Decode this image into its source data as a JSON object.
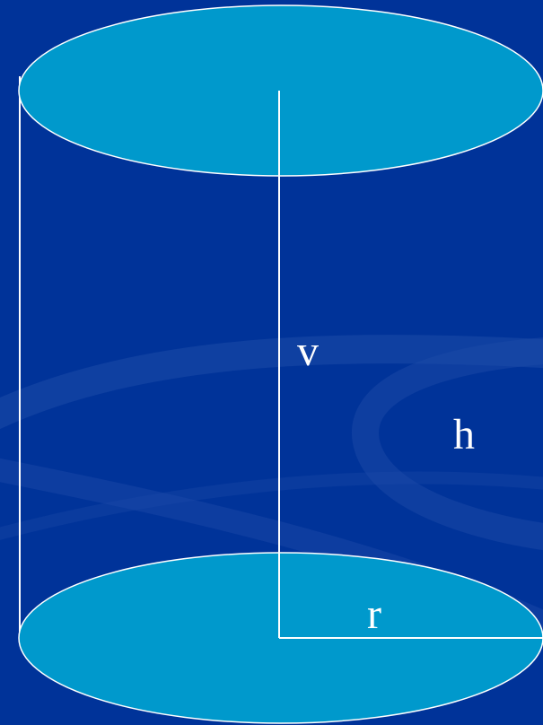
{
  "colors": {
    "background": "#003399",
    "swoosh": "#1c4aa8",
    "face": "#0099cc",
    "line": "#ffffff"
  },
  "labels": {
    "v": "v",
    "h": "h",
    "r": "r"
  }
}
